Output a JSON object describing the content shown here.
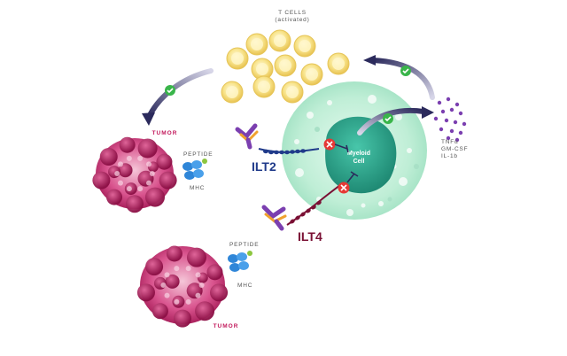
{
  "labels": {
    "t_cells_line1": "T CELLS",
    "t_cells_line2": "(activated)",
    "tumor_top": "TUMOR",
    "tumor_bottom": "TUMOR",
    "peptide_top": "PEPTIDE",
    "mhc_top": "MHC",
    "peptide_bottom": "PEPTIDE",
    "mhc_bottom": "MHC",
    "myeloid_line1": "Myeloid",
    "myeloid_line2": "Cell",
    "ilt2": "ILT2",
    "ilt4": "ILT4",
    "cytokines": [
      "TNFα",
      "GM-CSF",
      "IL-1b"
    ]
  },
  "colors": {
    "ilt2": "#1f3a8a",
    "ilt4": "#7a1034",
    "tumor": "#b5185e",
    "tcell": "#f6dc78",
    "myeloid_outer": "#c9f0dc",
    "myeloid_nucleus": "#2fa890",
    "arrow": "#2b2a5c",
    "check": "#39b54a",
    "block": "#e53935",
    "cytokine": "#7b3fb0",
    "mhc": "#2f86d8",
    "peptide": "#8dc63f"
  },
  "icons": [
    "check-icon",
    "block-icon"
  ]
}
